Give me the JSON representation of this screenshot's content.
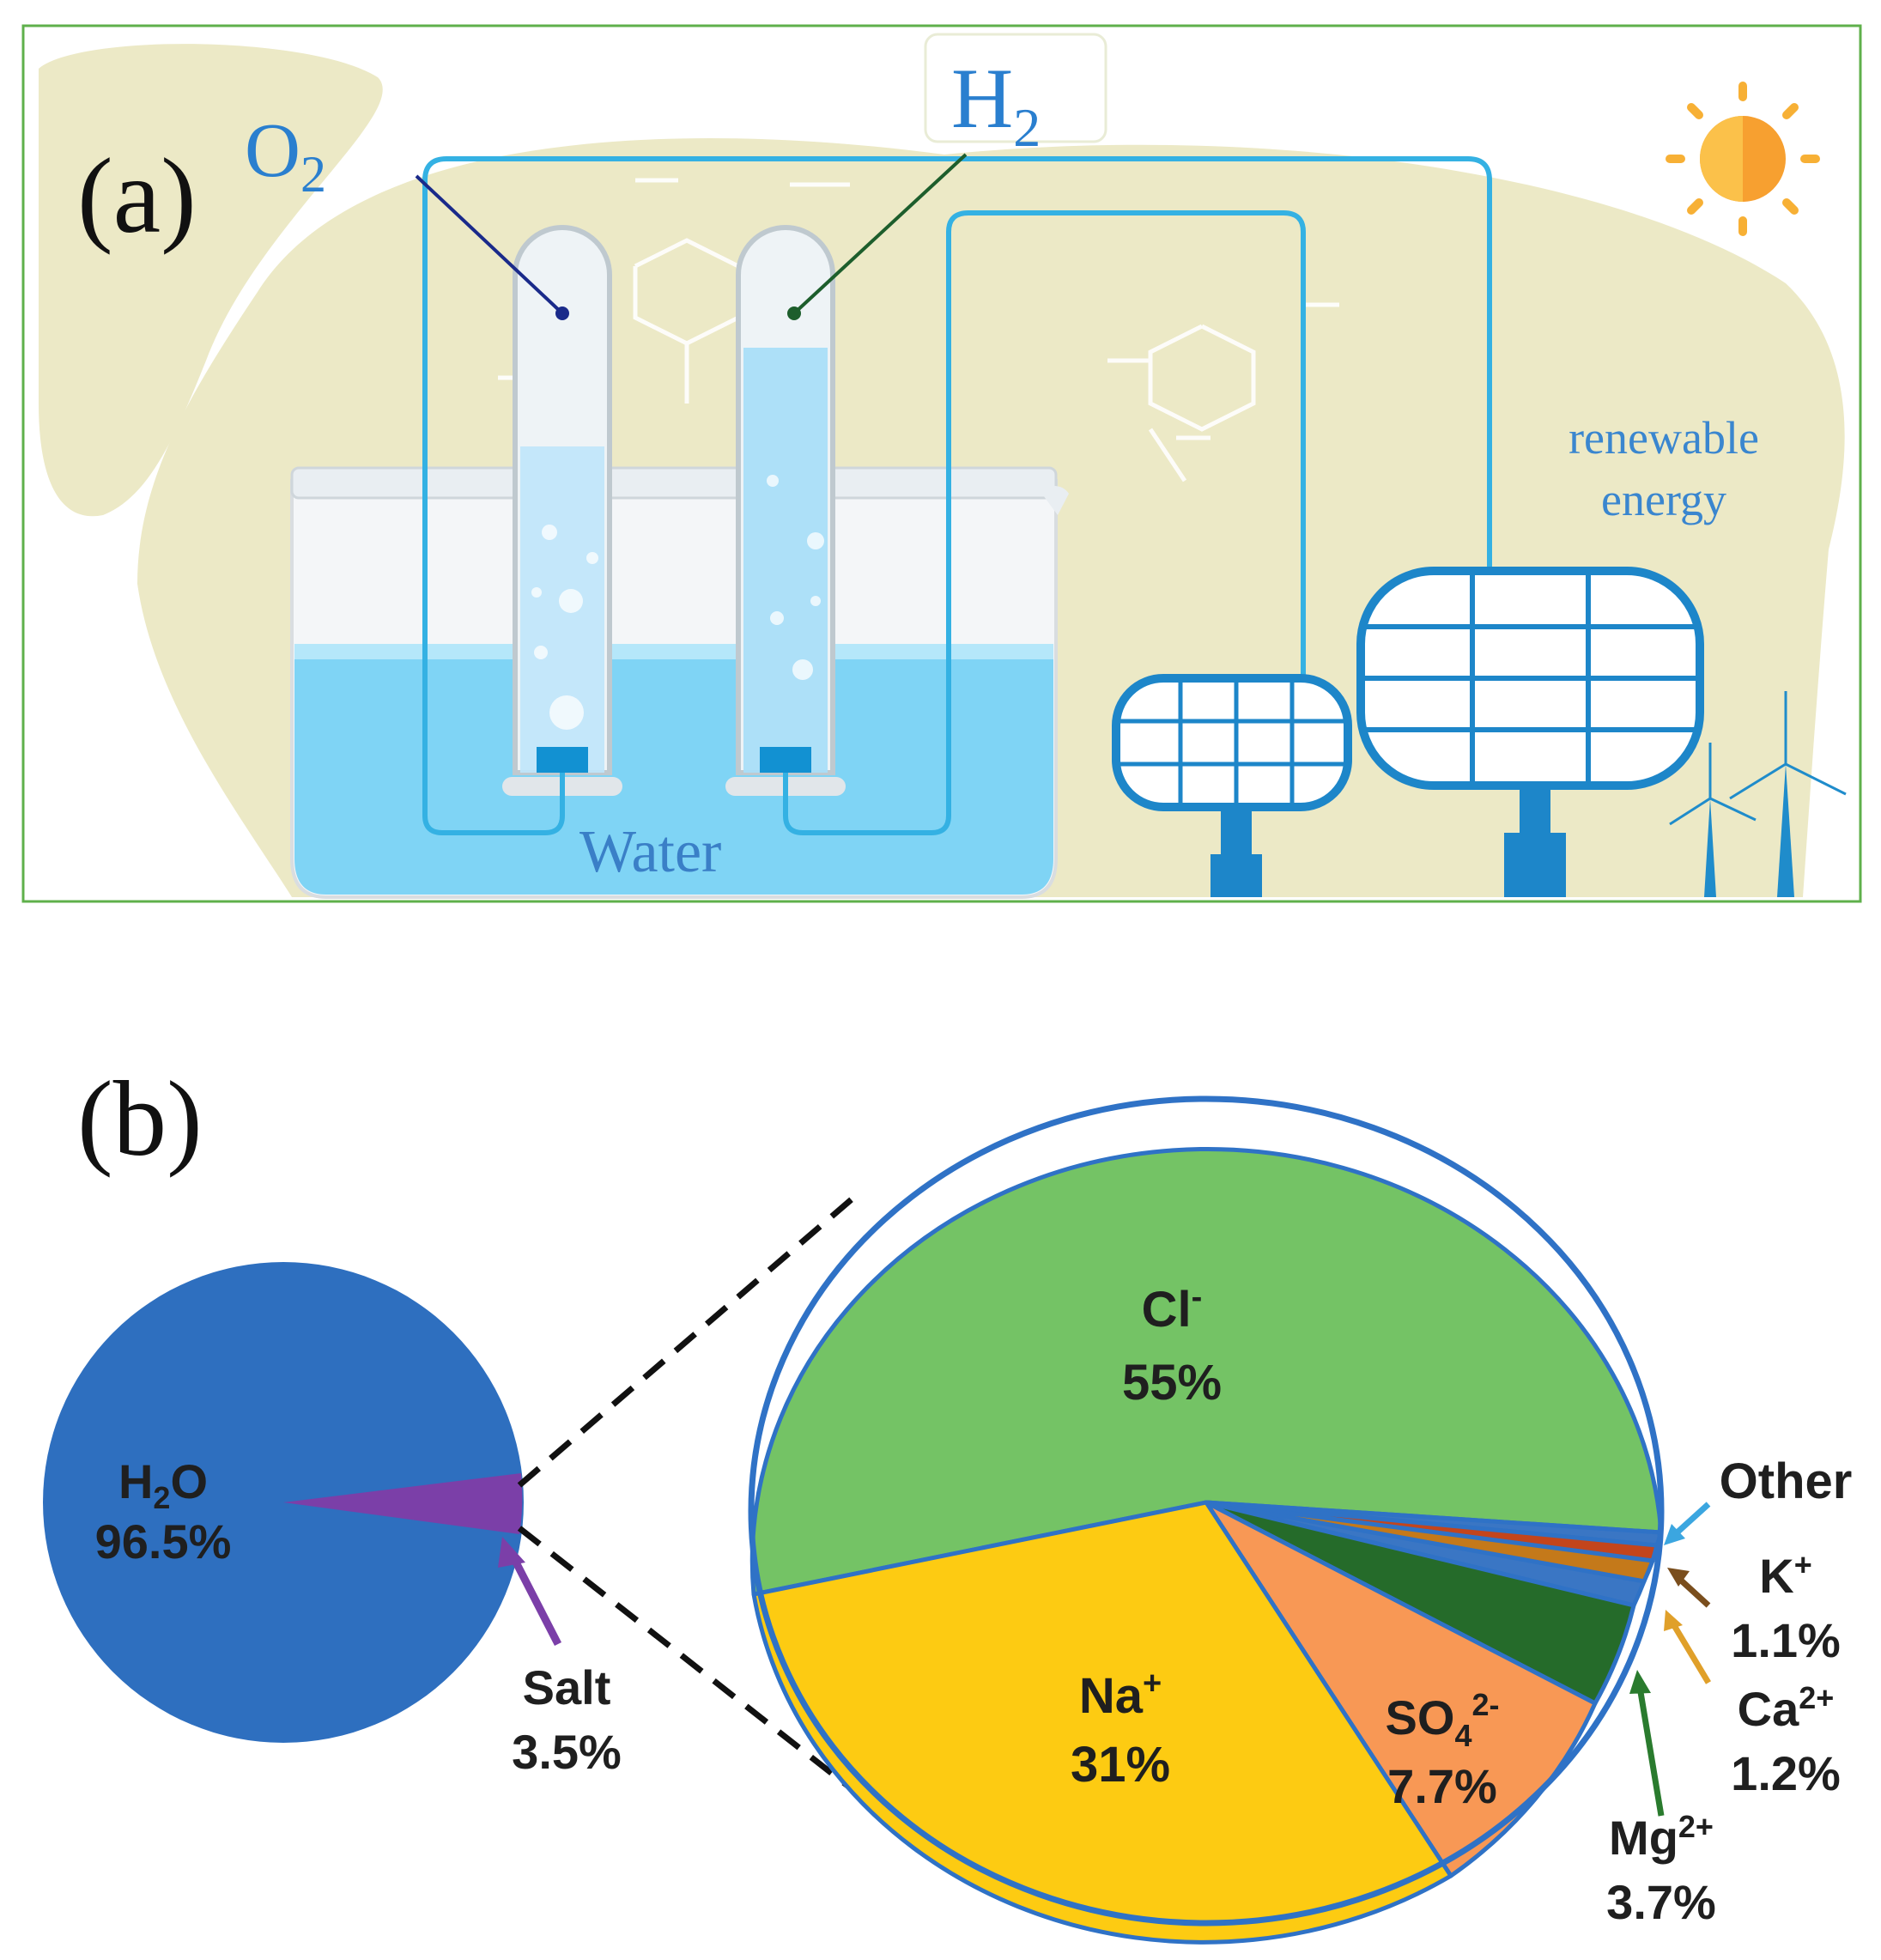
{
  "panel_a": {
    "label": "(a)",
    "o2": "O",
    "o2_sub": "2",
    "h2": "H",
    "h2_sub": "2",
    "water": "Water",
    "renewable_line1": "renewable",
    "renewable_line2": "energy",
    "colors": {
      "beige": "#ece9c6",
      "water": "#7fd4f5",
      "wire": "#34b1e3",
      "panel": "#1d86c9",
      "label_blue": "#2a7fcf"
    }
  },
  "panel_b": {
    "label": "(b)",
    "small_pie": {
      "h2o_label": "H",
      "h2o_sub": "2",
      "h2o_rest": "O",
      "h2o_value": "96.5%",
      "salt_label": "Salt",
      "salt_value": "3.5%"
    },
    "big_pie": {
      "cl_label": "Cl",
      "cl_sup": "-",
      "cl_value": "55%",
      "na_label": "Na",
      "na_sup": "+",
      "na_value": "31%",
      "so4_label": "SO",
      "so4_sub": "4",
      "so4_sup": "2-",
      "so4_value": "7.7%",
      "mg_label": "Mg",
      "mg_sup": "2+",
      "mg_value": "3.7%",
      "ca_label": "Ca",
      "ca_sup": "2+",
      "ca_value": "1.2%",
      "k_label": "K",
      "k_sup": "+",
      "k_value": "1.1%",
      "other_label": "Other"
    },
    "colors": {
      "h2o": "#2e6fbf",
      "salt": "#7b3fa8",
      "cl": "#74c365",
      "na": "#fdcb12",
      "so4": "#f89855",
      "mg": "#256b2a",
      "ca": "#c4791a",
      "k": "#c3451c",
      "other": "#3a76c4"
    }
  }
}
